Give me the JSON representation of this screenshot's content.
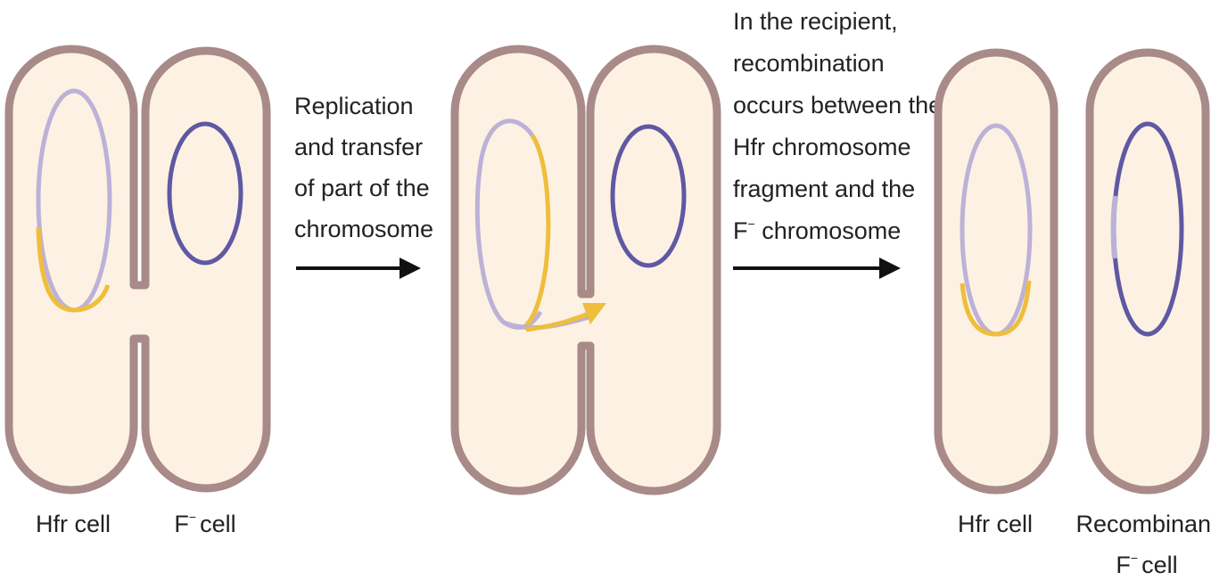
{
  "colors": {
    "cell_fill": "#fdf1e3",
    "cell_wall": "#a88a88",
    "host_chromosome": "#bcb1d6",
    "transferred_segment": "#eebe3c",
    "recipient_chromosome": "#5f58a3",
    "arrow": "#111111"
  },
  "steps": {
    "step1": {
      "lines": [
        "Replication",
        "and transfer",
        "of part of the",
        "chromosome"
      ]
    },
    "step2": {
      "lines": [
        "In the recipient,",
        "recombination",
        "occurs between the",
        "Hfr chromosome",
        "fragment and the",
        "F",
        " chromosome"
      ]
    }
  },
  "labels": {
    "hfr_cell_1": "Hfr cell",
    "f_minus_cell": {
      "letter": "F",
      "sup": "−",
      "word": "cell"
    },
    "hfr_cell_2": "Hfr cell",
    "recombinant": {
      "line1": "Recombinant",
      "letter": "F",
      "sup": "−",
      "word": "cell"
    }
  },
  "icons": {
    "arrow_1": "right-arrow-icon",
    "arrow_2": "right-arrow-icon",
    "transfer_arrow": "transfer-arrow-icon"
  }
}
